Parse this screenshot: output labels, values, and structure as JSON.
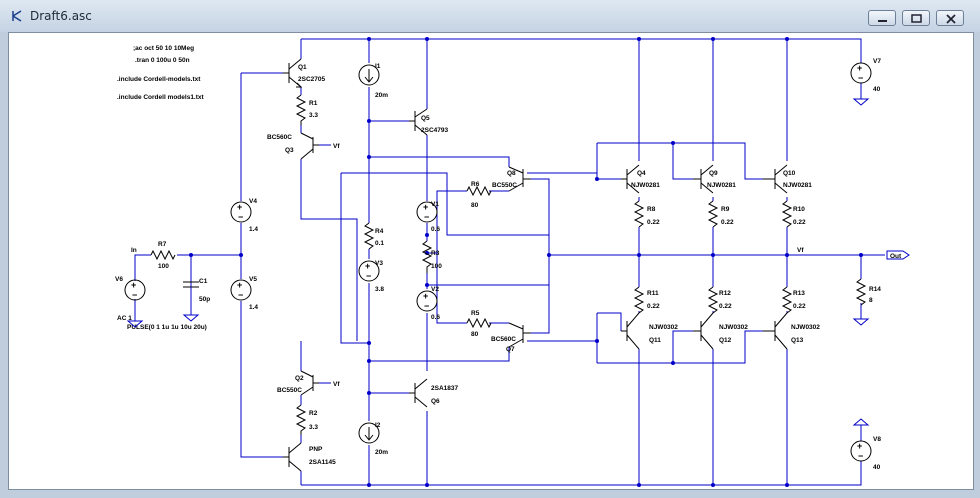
{
  "window": {
    "title": "Draft6.asc"
  },
  "directives": [
    ";ac oct 50 10 10Meg",
    ".tran 0 100u 0 50n",
    ".include Cordell-models.txt",
    ".include Cordell models1.txt"
  ],
  "components": {
    "Q1": {
      "name": "Q1",
      "model": "2SC2705"
    },
    "Q2": {
      "name": "Q2",
      "model": "BC550C"
    },
    "Q3": {
      "name": "Q3",
      "model": "BC560C"
    },
    "Q4": {
      "name": "Q4",
      "model": "NJW0281"
    },
    "Q5": {
      "name": "Q5",
      "model": "2SC4793"
    },
    "Q6": {
      "name": "Q6",
      "model": "2SA1837"
    },
    "Q7": {
      "name": "Q7",
      "model": "BC560C"
    },
    "Q8": {
      "name": "Q8",
      "model": "BC550C"
    },
    "Q9": {
      "name": "Q9",
      "model": "NJW0281"
    },
    "Q10": {
      "name": "Q10",
      "model": "NJW0281"
    },
    "Q11": {
      "name": "Q11",
      "model": "NJW0302"
    },
    "Q12": {
      "name": "Q12",
      "model": "NJW0302"
    },
    "Q13": {
      "name": "Q13",
      "model": "NJW0302"
    },
    "QPNP": {
      "type": "PNP",
      "model": "2SA1145"
    },
    "R1": {
      "name": "R1",
      "value": "3.3"
    },
    "R2": {
      "name": "R2",
      "value": "3.3"
    },
    "R3": {
      "name": "R3",
      "value": "100"
    },
    "R4": {
      "name": "R4",
      "value": "0.1"
    },
    "R5": {
      "name": "R5",
      "value": "80"
    },
    "R6": {
      "name": "R6",
      "value": "80"
    },
    "R7": {
      "name": "R7",
      "value": "100"
    },
    "R8": {
      "name": "R8",
      "value": "0.22"
    },
    "R9": {
      "name": "R9",
      "value": "0.22"
    },
    "R10": {
      "name": "R10",
      "value": "0.22"
    },
    "R11": {
      "name": "R11",
      "value": "0.22"
    },
    "R12": {
      "name": "R12",
      "value": "0.22"
    },
    "R13": {
      "name": "R13",
      "value": "0.22"
    },
    "R14": {
      "name": "R14",
      "value": "8"
    },
    "C1": {
      "name": "C1",
      "value": "50p"
    },
    "I1": {
      "name": "I1",
      "value": "20m"
    },
    "I2": {
      "name": "I2",
      "value": "20m"
    },
    "V1": {
      "name": "V1",
      "value": "0.6"
    },
    "V2": {
      "name": "V2",
      "value": "0.6"
    },
    "V3": {
      "name": "V3",
      "value": "3.8"
    },
    "V4": {
      "name": "V4",
      "value": "1.4"
    },
    "V5": {
      "name": "V5",
      "value": "1.4"
    },
    "V6": {
      "name": "V6",
      "value": "AC 1",
      "value2": "PULSE(0 1 1u 1u 10u 20u)"
    },
    "V7": {
      "name": "V7",
      "value": "40"
    },
    "V8": {
      "name": "V8",
      "value": "40"
    }
  },
  "nets": {
    "in": "In",
    "vf": "Vf",
    "out": "Out"
  }
}
